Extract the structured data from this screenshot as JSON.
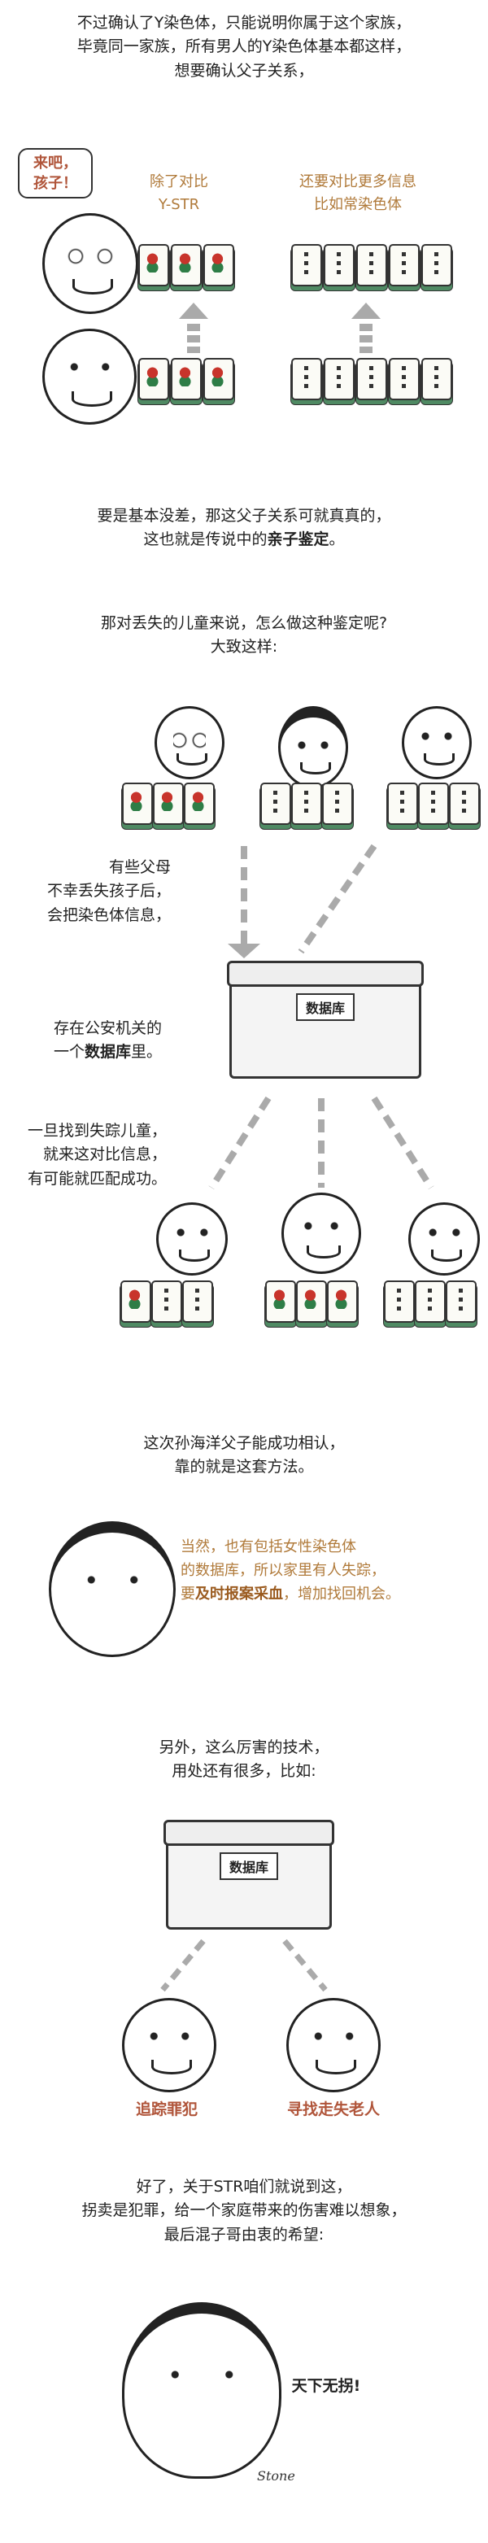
{
  "intro": {
    "lines": [
      "不过确认了Y染色体，只能说明你属于这个家族，",
      "毕竟同一家族，所有男人的Y染色体基本都这样，",
      "想要确认父子关系，"
    ]
  },
  "panel1": {
    "speech": [
      "来吧，",
      "孩子！"
    ],
    "label_left": [
      "除了对比",
      "Y-STR"
    ],
    "label_right": [
      "还要对比更多信息",
      "比如常染色体"
    ]
  },
  "para2": {
    "line1": "要是基本没差，那这父子关系可就真真的，",
    "line2_prefix": "这也就是传说中的",
    "line2_bold": "亲子鉴定",
    "line2_suffix": "。"
  },
  "para3": {
    "lines": [
      "那对丢失的儿童来说，怎么做这种鉴定呢?",
      "大致这样:"
    ]
  },
  "panel2": {
    "text_parents": [
      "有些父母",
      "不幸丢失孩子后，",
      "会把染色体信息，"
    ],
    "text_store_line1": "存在公安机关的",
    "text_store_prefix": "一个",
    "text_store_bold": "数据库",
    "text_store_suffix": "里。",
    "database_label": "数据库",
    "text_match": [
      "一旦找到失踪儿童，",
      "就来这对比信息，",
      "有可能就匹配成功。"
    ]
  },
  "para4": {
    "lines": [
      "这次孙海洋父子能成功相认，",
      "靠的就是这套方法。"
    ]
  },
  "note": {
    "line1": "当然，也有包括女性染色体",
    "line2": "的数据库，所以家里有人失踪，",
    "line3_prefix": "要",
    "line3_bold": "及时报案采血",
    "line3_suffix": "，增加找回机会。"
  },
  "para5": {
    "lines": [
      "另外，这么厉害的技术，",
      "用处还有很多，比如:"
    ]
  },
  "panel3": {
    "database_label": "数据库",
    "caption_left": "追踪罪犯",
    "caption_right": "寻找走失老人"
  },
  "para6": {
    "lines": [
      "好了，关于STR咱们就说到这，",
      "拐卖是犯罪，给一个家庭带来的伤害难以想象，",
      "最后混子哥由衷的希望:"
    ]
  },
  "closing": {
    "shout": "天下无拐!",
    "signature": "Stone"
  }
}
